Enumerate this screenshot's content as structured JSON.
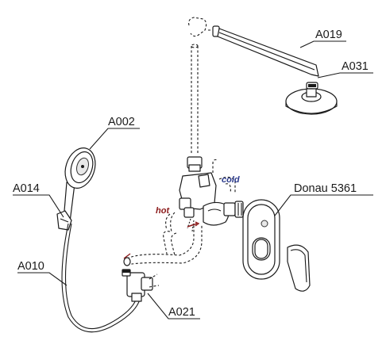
{
  "labels": {
    "a019": "A019",
    "a031": "A031",
    "a002": "A002",
    "a014": "A014",
    "a010": "A010",
    "a021": "A021",
    "donau": "Donau 5361"
  },
  "annotations": {
    "cold": "cold",
    "hot": "hot"
  },
  "colors": {
    "cold": "#2b3a8c",
    "hot": "#8b1a1a",
    "line": "#1a1a1a"
  }
}
